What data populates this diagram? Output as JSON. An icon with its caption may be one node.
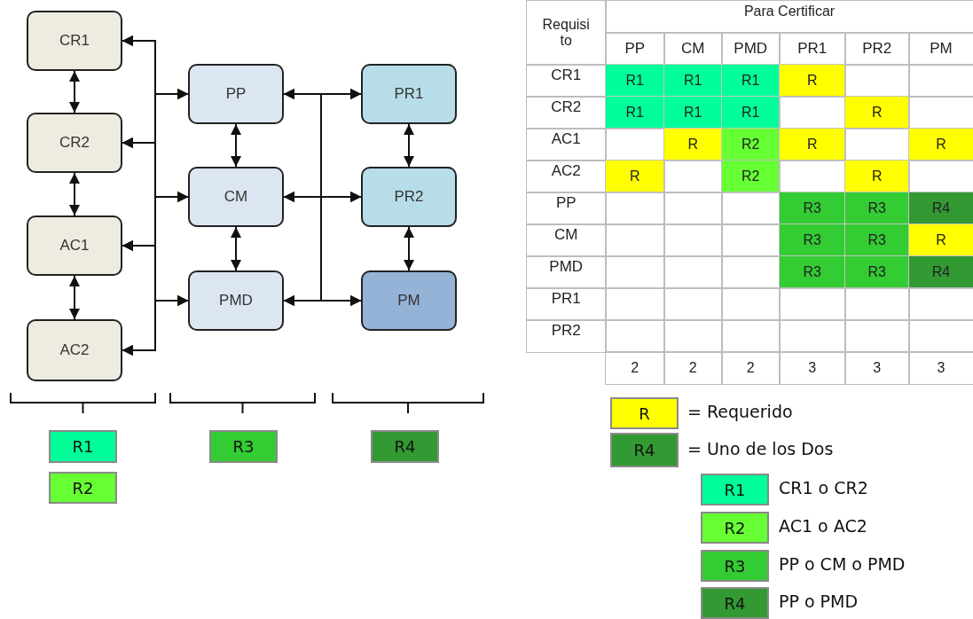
{
  "diagram": {
    "nodes": [
      {
        "text": [
          "CR1"
        ]
      },
      {
        "text": [
          "CR2"
        ]
      },
      {
        "text": [
          "AC1"
        ]
      },
      {
        "text": [
          "AC2"
        ]
      },
      {
        "text": [
          "PP"
        ]
      },
      {
        "text": [
          "CM"
        ]
      },
      {
        "text": [
          "PMD"
        ]
      },
      {
        "text": [
          "PR1"
        ]
      },
      {
        "text": [
          "PR2"
        ]
      },
      {
        "text": [
          "PM"
        ]
      },
      {
        "text": [
          "R1"
        ]
      },
      {
        "text": [
          "R2"
        ]
      },
      {
        "text": [
          "R3"
        ]
      },
      {
        "text": [
          "R4"
        ]
      }
    ],
    "edges": [
      {
        "from": 0,
        "to": 1,
        "arrow": "both"
      },
      {
        "from": 1,
        "to": 2,
        "arrow": "both"
      },
      {
        "from": 2,
        "to": 3,
        "arrow": "both"
      },
      {
        "from": 0,
        "to": 4,
        "arrow": "both"
      },
      {
        "from": 0,
        "to": 5,
        "arrow": "both"
      },
      {
        "from": 0,
        "to": 6,
        "arrow": "both"
      },
      {
        "from": 1,
        "to": 4,
        "arrow": "both"
      },
      {
        "from": 1,
        "to": 5,
        "arrow": "both"
      },
      {
        "from": 1,
        "to": 6,
        "arrow": "both"
      },
      {
        "from": 2,
        "to": 4,
        "arrow": "both"
      },
      {
        "from": 2,
        "to": 5,
        "arrow": "both"
      },
      {
        "from": 2,
        "to": 6,
        "arrow": "both"
      },
      {
        "from": 3,
        "to": 4,
        "arrow": "both"
      },
      {
        "from": 3,
        "to": 5,
        "arrow": "both"
      },
      {
        "from": 3,
        "to": 6,
        "arrow": "both"
      },
      {
        "from": 4,
        "to": 5,
        "arrow": "both"
      },
      {
        "from": 5,
        "to": 6,
        "arrow": "both"
      },
      {
        "from": 4,
        "to": 7,
        "arrow": "both"
      },
      {
        "from": 4,
        "to": 8,
        "arrow": "both"
      },
      {
        "from": 4,
        "to": 9,
        "arrow": "both"
      },
      {
        "from": 5,
        "to": 7,
        "arrow": "both"
      },
      {
        "from": 5,
        "to": 8,
        "arrow": "both"
      },
      {
        "from": 5,
        "to": 9,
        "arrow": "both"
      },
      {
        "from": 6,
        "to": 7,
        "arrow": "both"
      },
      {
        "from": 6,
        "to": 8,
        "arrow": "both"
      },
      {
        "from": 6,
        "to": 9,
        "arrow": "both"
      },
      {
        "from": 7,
        "to": 8,
        "arrow": "both"
      },
      {
        "from": 8,
        "to": 9,
        "arrow": "both"
      }
    ],
    "labels": [
      "Requisito",
      "Para Certificar",
      "PP",
      "CM",
      "PMD",
      "PR1",
      "PR2",
      "PM",
      "CR1",
      "R1",
      "R1",
      "R1",
      "R",
      "CR2",
      "R1",
      "R1",
      "R1",
      "R",
      "AC1",
      "R",
      "R2",
      "R",
      "R",
      "AC2",
      "R",
      "R2",
      "R",
      "PP",
      "R3",
      "R3",
      "R4",
      "CM",
      "R3",
      "R3",
      "R",
      "PMD",
      "R3",
      "R3",
      "R4",
      "PR1",
      "PR2",
      "2",
      "2",
      "2",
      "3",
      "3",
      "3",
      "R",
      "R4",
      "R1",
      "R2",
      "R3",
      "R4"
    ],
    "legend": [
      {
        "text": "= Requerido",
        "color": "#ffff00"
      },
      {
        "text": "= Uno de los Dos",
        "color": "#339933"
      },
      {
        "text": "CR1 o CR2",
        "color": "#00ff99"
      },
      {
        "text": "AC1 o AC2",
        "color": "#66ff33"
      },
      {
        "text": "PP o CM o PMD",
        "color": "#33cc33"
      },
      {
        "text": "PP o PMD",
        "color": "#339933"
      }
    ]
  }
}
